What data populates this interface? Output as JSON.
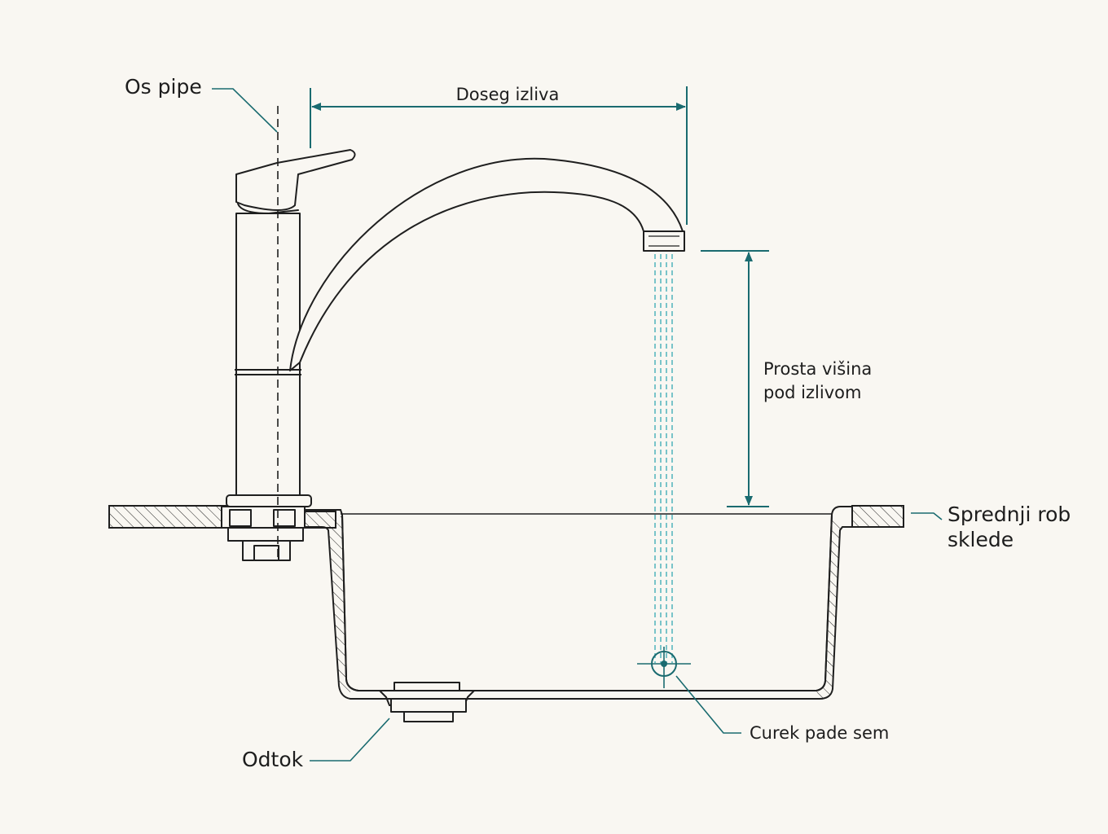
{
  "labels": {
    "axis": "Os pipe",
    "reach": "Doseg izliva",
    "clearance_line1": "Prosta višina",
    "clearance_line2": "pod izlivom",
    "front_edge_line1": "Sprednji rob",
    "front_edge_line2": "sklede",
    "stream": "Curek pade sem",
    "drain": "Odtok"
  },
  "colors": {
    "ink": "#1f1f1f",
    "accent": "#1a6b70",
    "water": "#4fb3bb",
    "background": "#f9f7f2"
  }
}
